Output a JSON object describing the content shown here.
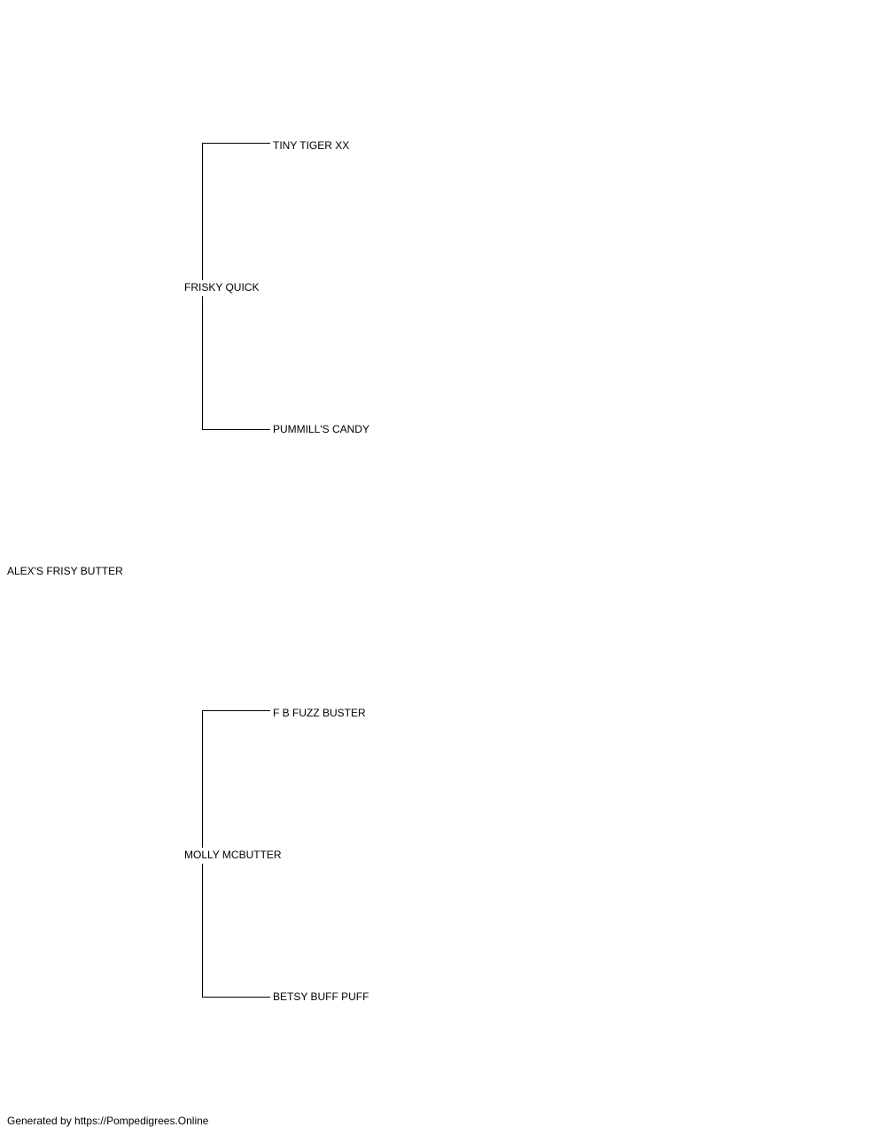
{
  "pedigree": {
    "subject": {
      "name": "ALEX'S FRISY BUTTER"
    },
    "sire": {
      "name": "FRISKY QUICK",
      "sire": {
        "name": "TINY TIGER XX"
      },
      "dam": {
        "name": "PUMMILL'S CANDY"
      }
    },
    "dam": {
      "name": "MOLLY MCBUTTER",
      "sire": {
        "name": "F B FUZZ BUSTER"
      },
      "dam": {
        "name": "BETSY BUFF PUFF"
      }
    }
  },
  "footer": {
    "text": "Generated by https://Pompedigrees.Online"
  },
  "colors": {
    "line": "#000000",
    "text": "#000000",
    "background": "#ffffff"
  }
}
